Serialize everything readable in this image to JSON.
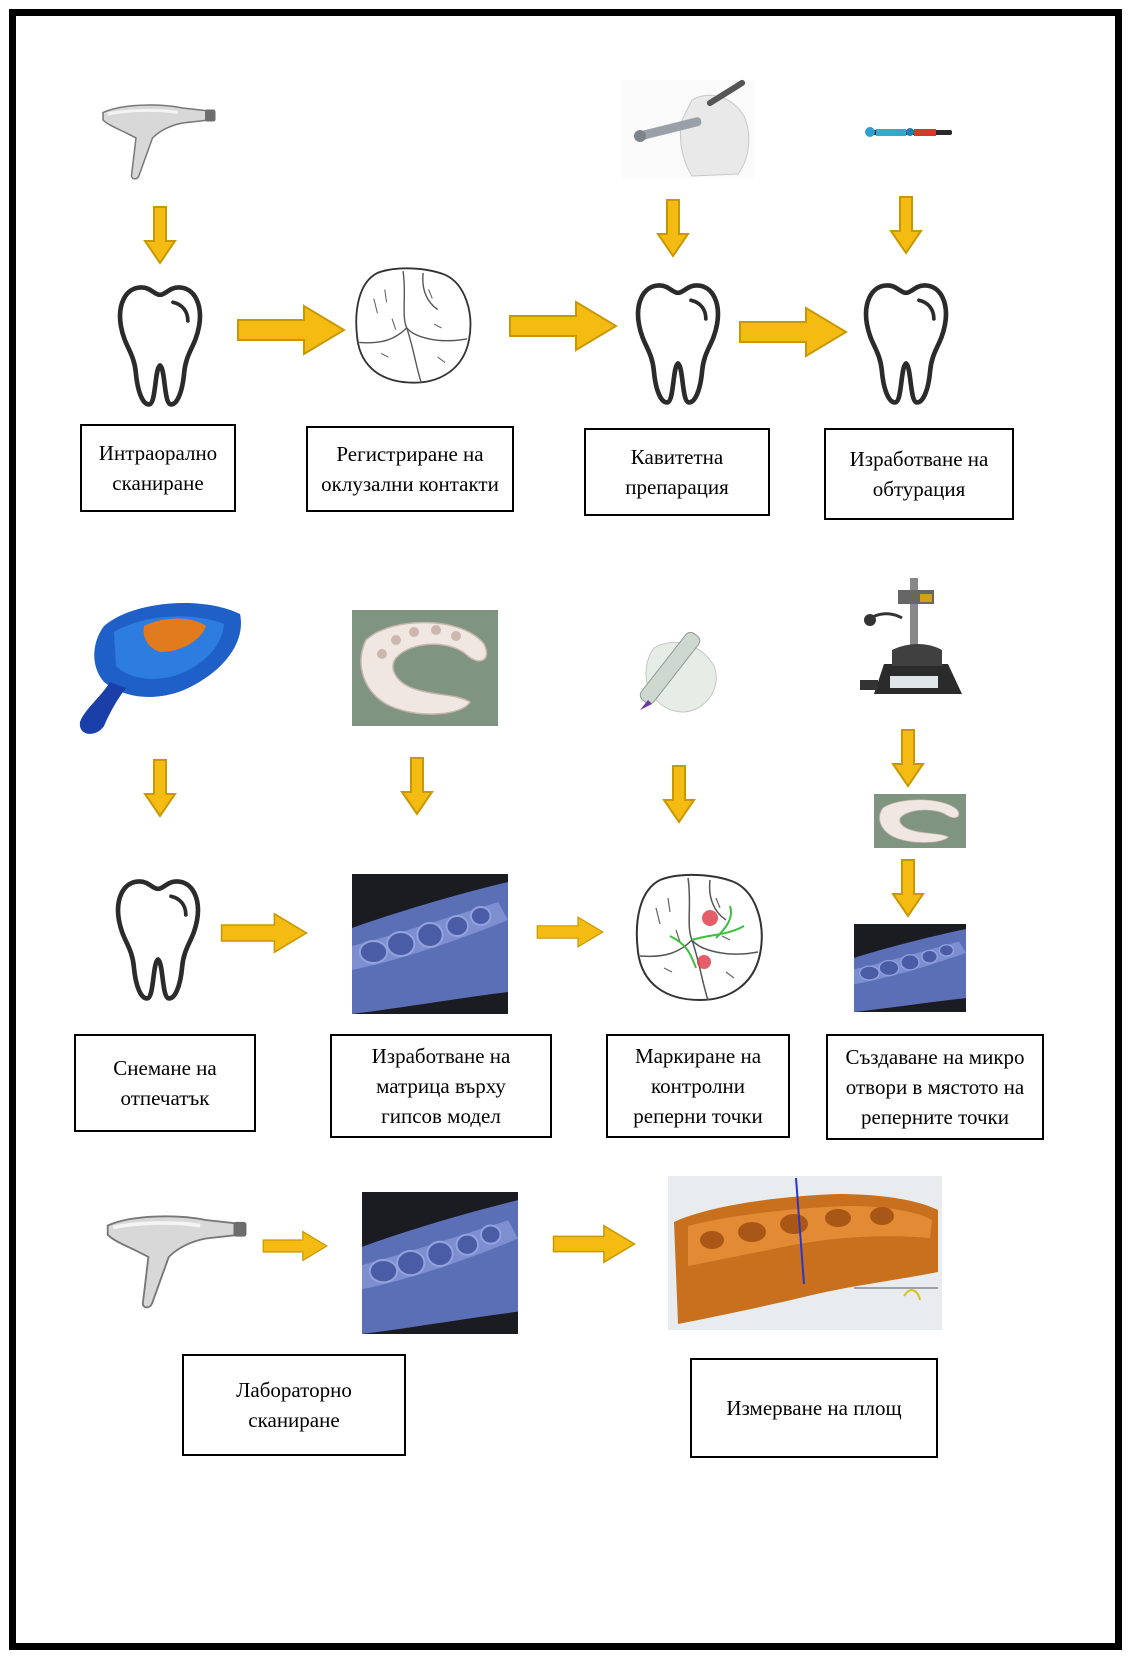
{
  "labels": {
    "intraoral_scan": "Интраорално\nсканиране",
    "occlusal_contacts": "Регистриране на\noклузални контакти",
    "cavity_prep": "Кавитетна\nпрепарация",
    "obturation": "Изработване на\nобтурация",
    "impression": "Снемане на\nотпечатък",
    "matrix": "Изработване на\nматрица върху\nгипсов модел",
    "reference_points": "Маркиране на\nконтролни\nреперни точки",
    "micro_holes": "Създаване на микро\nотвори в мястото на\nреперните точки",
    "lab_scan": "Лабораторно\nсканиране",
    "area_measure": "Измерване на площ"
  },
  "colors": {
    "arrow": "#F4BC12",
    "arrow_edge": "#C99800",
    "border": "#000000",
    "model_blue": "#5B6FB7",
    "model_orange": "#C9701F",
    "tray_blue": "#1F5FC8"
  },
  "icons": {
    "scanner": "intraoral-scanner-icon",
    "tooth": "tooth-icon",
    "occlusal": "occlusal-surface-icon",
    "handpiece": "dental-handpiece-icon",
    "applicator": "applicator-icon",
    "tray": "impression-tray-icon",
    "matrix": "matrix-photo-icon",
    "marker": "marker-pen-icon",
    "drill": "drill-machine-icon",
    "model": "gypsum-model-icon",
    "measure": "measurement-model-icon"
  }
}
